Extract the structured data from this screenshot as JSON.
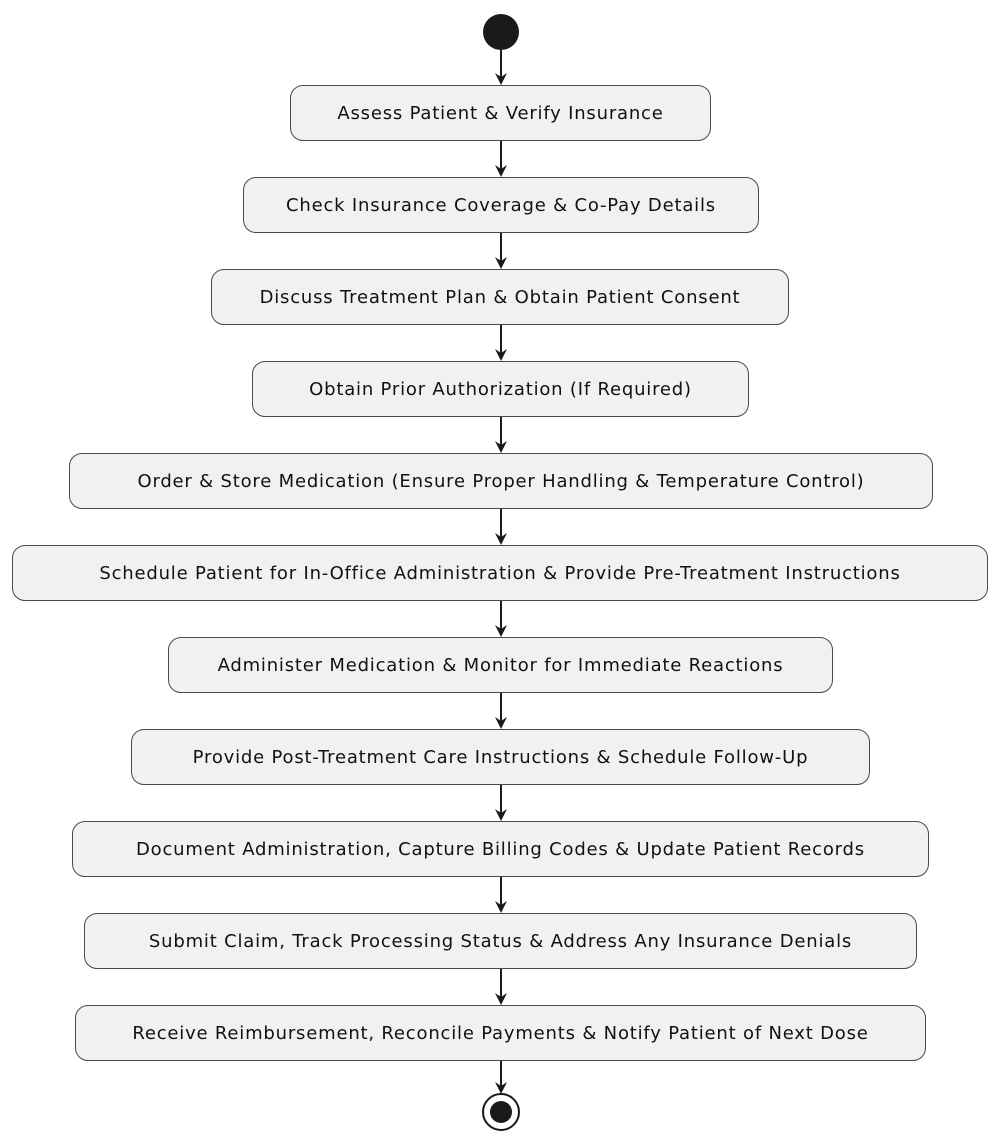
{
  "diagram": {
    "type": "activity",
    "steps": [
      {
        "id": "s1",
        "label": "Assess Patient & Verify Insurance"
      },
      {
        "id": "s2",
        "label": "Check Insurance Coverage & Co-Pay Details"
      },
      {
        "id": "s3",
        "label": "Discuss Treatment Plan & Obtain Patient Consent"
      },
      {
        "id": "s4",
        "label": "Obtain Prior Authorization (If Required)"
      },
      {
        "id": "s5",
        "label": "Order & Store Medication (Ensure Proper Handling & Temperature Control)"
      },
      {
        "id": "s6",
        "label": "Schedule Patient for In-Office Administration & Provide Pre-Treatment Instructions"
      },
      {
        "id": "s7",
        "label": "Administer Medication & Monitor for Immediate Reactions"
      },
      {
        "id": "s8",
        "label": "Provide Post-Treatment Care Instructions & Schedule Follow-Up"
      },
      {
        "id": "s9",
        "label": "Document Administration, Capture Billing Codes & Update Patient Records"
      },
      {
        "id": "s10",
        "label": "Submit Claim, Track Processing Status & Address Any Insurance Denials"
      },
      {
        "id": "s11",
        "label": "Receive Reimbursement, Reconcile Payments & Notify Patient of Next Dose"
      }
    ],
    "edges": [
      {
        "from": "start",
        "to": "s1"
      },
      {
        "from": "s1",
        "to": "s2"
      },
      {
        "from": "s2",
        "to": "s3"
      },
      {
        "from": "s3",
        "to": "s4"
      },
      {
        "from": "s4",
        "to": "s5"
      },
      {
        "from": "s5",
        "to": "s6"
      },
      {
        "from": "s6",
        "to": "s7"
      },
      {
        "from": "s7",
        "to": "s8"
      },
      {
        "from": "s8",
        "to": "s9"
      },
      {
        "from": "s9",
        "to": "s10"
      },
      {
        "from": "s10",
        "to": "s11"
      },
      {
        "from": "s11",
        "to": "end"
      }
    ]
  }
}
